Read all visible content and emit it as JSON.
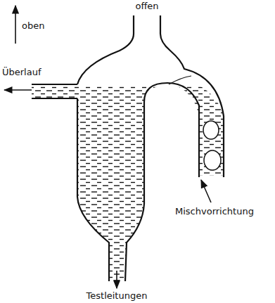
{
  "diagram": {
    "labels": [
      "oben",
      "offen",
      "Überlauf",
      "Mischvorrichtung",
      "Testleitungen"
    ]
  }
}
